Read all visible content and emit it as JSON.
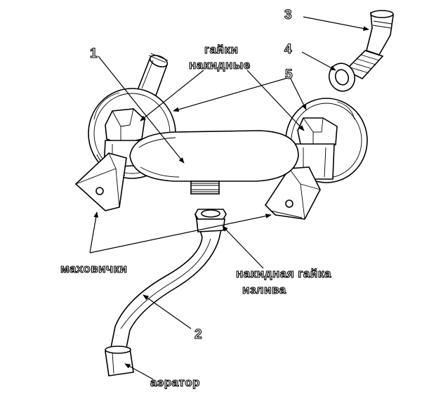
{
  "numbers": {
    "n1": "1",
    "n2": "2",
    "n3": "3",
    "n4": "4",
    "n5": "5"
  },
  "labels": {
    "nuts_line1": "гайки",
    "nuts_line2": "накидные",
    "handwheels": "маховички",
    "spout_nut_line1": "накидная гайка",
    "spout_nut_line2": "излива",
    "aerator": "аэратор"
  }
}
